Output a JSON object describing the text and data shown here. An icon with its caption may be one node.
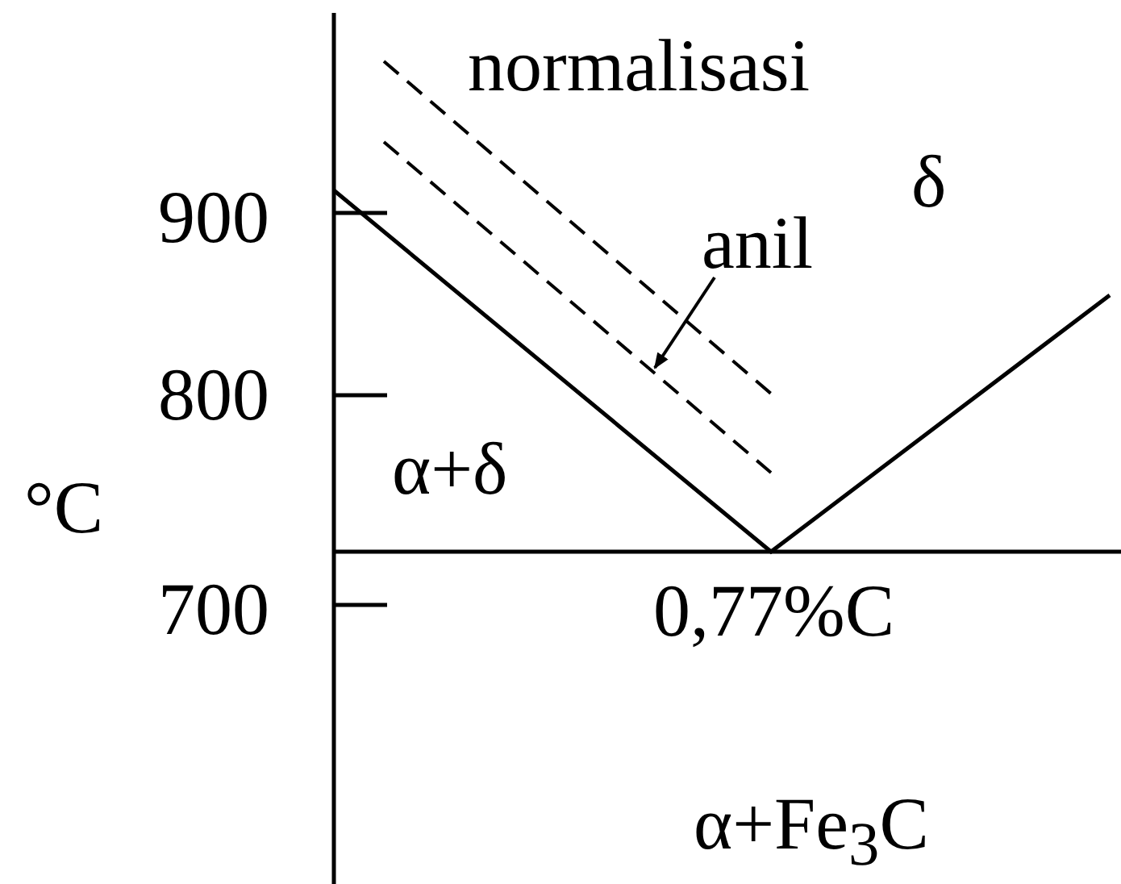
{
  "diagram": {
    "nodes": [
      {
        "text": [
          "anil"
        ]
      },
      {
        "text": [],
        "shape": "line"
      }
    ],
    "edges": [
      {
        "from": 0,
        "to": 1,
        "arrow": "to"
      }
    ],
    "labels": [
      "normalisasi",
      "900",
      "δ",
      "800",
      "α+δ",
      "°C",
      "700",
      "0,77%C",
      "α+Fe$_{3}$C"
    ]
  }
}
